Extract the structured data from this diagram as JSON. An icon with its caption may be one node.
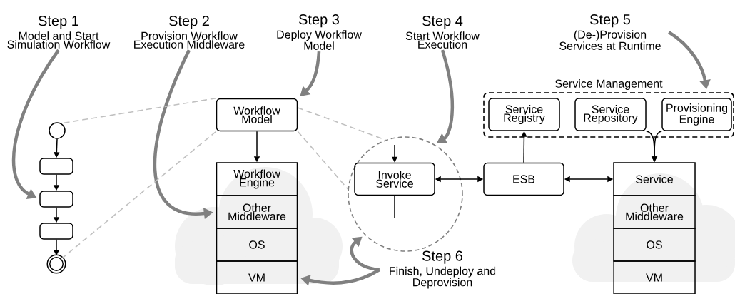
{
  "diagram": {
    "nodes": [
      {
        "text": [
          "Step 1",
          "Model and Start Simulation Workflow"
        ]
      },
      {
        "text": [
          "Step 2",
          "Provision Workflow Execution Middleware"
        ]
      },
      {
        "text": [
          "Step 3",
          "Deploy Workflow Model"
        ]
      },
      {
        "text": [
          "Step 4",
          "Start Workflow Execution"
        ]
      },
      {
        "text": [
          "Step 5",
          "(De-)Provision Services at Runtime"
        ]
      },
      {
        "text": [],
        "shape": "circle"
      },
      {
        "text": [],
        "shape": "box"
      },
      {
        "text": [],
        "shape": "box"
      },
      {
        "text": [],
        "shape": "box"
      },
      {
        "text": [],
        "shape": "circle"
      },
      {
        "text": [
          "Workflow Model"
        ]
      },
      {
        "text": [
          "Workflow Engine"
        ]
      },
      {
        "text": [
          "Other Middleware"
        ]
      },
      {
        "text": [
          "OS"
        ]
      },
      {
        "text": [
          "VM"
        ]
      },
      {
        "text": [],
        "shape": "circle"
      },
      {
        "text": [
          "Invoke Service"
        ],
        "in": 15
      },
      {
        "text": [
          "ESB"
        ]
      },
      {
        "text": [
          "Service Management"
        ]
      },
      {
        "text": [
          "Service Registry"
        ],
        "in": 18
      },
      {
        "text": [
          "Service Repository"
        ],
        "in": 18
      },
      {
        "text": [
          "Provisioning Engine"
        ],
        "in": 18
      },
      {
        "text": [
          "Service"
        ]
      },
      {
        "text": [
          "Other Middleware"
        ]
      },
      {
        "text": [
          "OS"
        ]
      },
      {
        "text": [
          "VM"
        ]
      },
      {
        "text": [
          "Step 6",
          "Finish, Undeploy and Deprovision"
        ]
      }
    ],
    "edges": [
      {
        "from": 0,
        "to": 7,
        "arrow": "to",
        "style": "thick",
        "color": "#808080"
      },
      {
        "from": 1,
        "to": 12,
        "arrow": "to",
        "style": "thick",
        "color": "#808080"
      },
      {
        "from": 2,
        "to": 10,
        "arrow": "to",
        "style": "thick",
        "color": "#808080"
      },
      {
        "from": 3,
        "to": 15,
        "arrow": "to",
        "style": "thick",
        "color": "#808080"
      },
      {
        "from": 4,
        "to": 18,
        "arrow": "to",
        "style": "thick",
        "color": "#808080"
      },
      {
        "from": 26,
        "to": 14,
        "arrow": "to",
        "style": "thick",
        "color": "#808080"
      },
      {
        "from": 26,
        "to": 15,
        "arrow": "to",
        "style": "thick",
        "color": "#808080"
      },
      {
        "from": 5,
        "to": 6,
        "arrow": "to"
      },
      {
        "from": 6,
        "to": 7,
        "arrow": "to"
      },
      {
        "from": 7,
        "to": 8,
        "arrow": "to"
      },
      {
        "from": 8,
        "to": 9,
        "arrow": "to"
      },
      {
        "from": 10,
        "to": 5,
        "arrow": "none",
        "style": "dashed",
        "color": "#c0c0c0"
      },
      {
        "from": 10,
        "to": 9,
        "arrow": "none",
        "style": "dashed",
        "color": "#c0c0c0"
      },
      {
        "from": 10,
        "to": 15,
        "arrow": "none",
        "style": "dashed",
        "color": "#c0c0c0"
      },
      {
        "from": 10,
        "to": 15,
        "arrow": "none",
        "style": "dashed",
        "color": "#c0c0c0"
      },
      {
        "from": 10,
        "to": 11,
        "arrow": "to"
      },
      {
        "from": null,
        "to": 16,
        "arrow": "to"
      },
      {
        "from": 16,
        "to": null,
        "arrow": "none"
      },
      {
        "from": 16,
        "to": 17,
        "arrow": "both"
      },
      {
        "from": 17,
        "to": 19,
        "arrow": "to"
      },
      {
        "from": 17,
        "to": 22,
        "arrow": "both"
      },
      {
        "from": 20,
        "to": 22,
        "arrow": "to"
      },
      {
        "from": 21,
        "to": 22,
        "arrow": "to"
      }
    ]
  }
}
